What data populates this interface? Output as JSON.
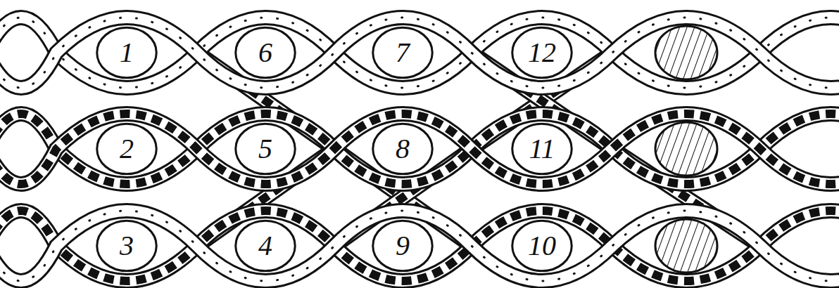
{
  "diagram": {
    "nodes": [
      {
        "text": [
          "1"
        ]
      },
      {
        "text": [
          "6"
        ]
      },
      {
        "text": [
          "7"
        ]
      },
      {
        "text": [
          "12"
        ]
      },
      {
        "text": [
          "2"
        ]
      },
      {
        "text": [
          "5"
        ]
      },
      {
        "text": [
          "8"
        ]
      },
      {
        "text": [
          "11"
        ]
      },
      {
        "text": [
          "3"
        ]
      },
      {
        "text": [
          "4"
        ]
      },
      {
        "text": [
          "9"
        ]
      },
      {
        "text": [
          "10"
        ]
      }
    ]
  }
}
